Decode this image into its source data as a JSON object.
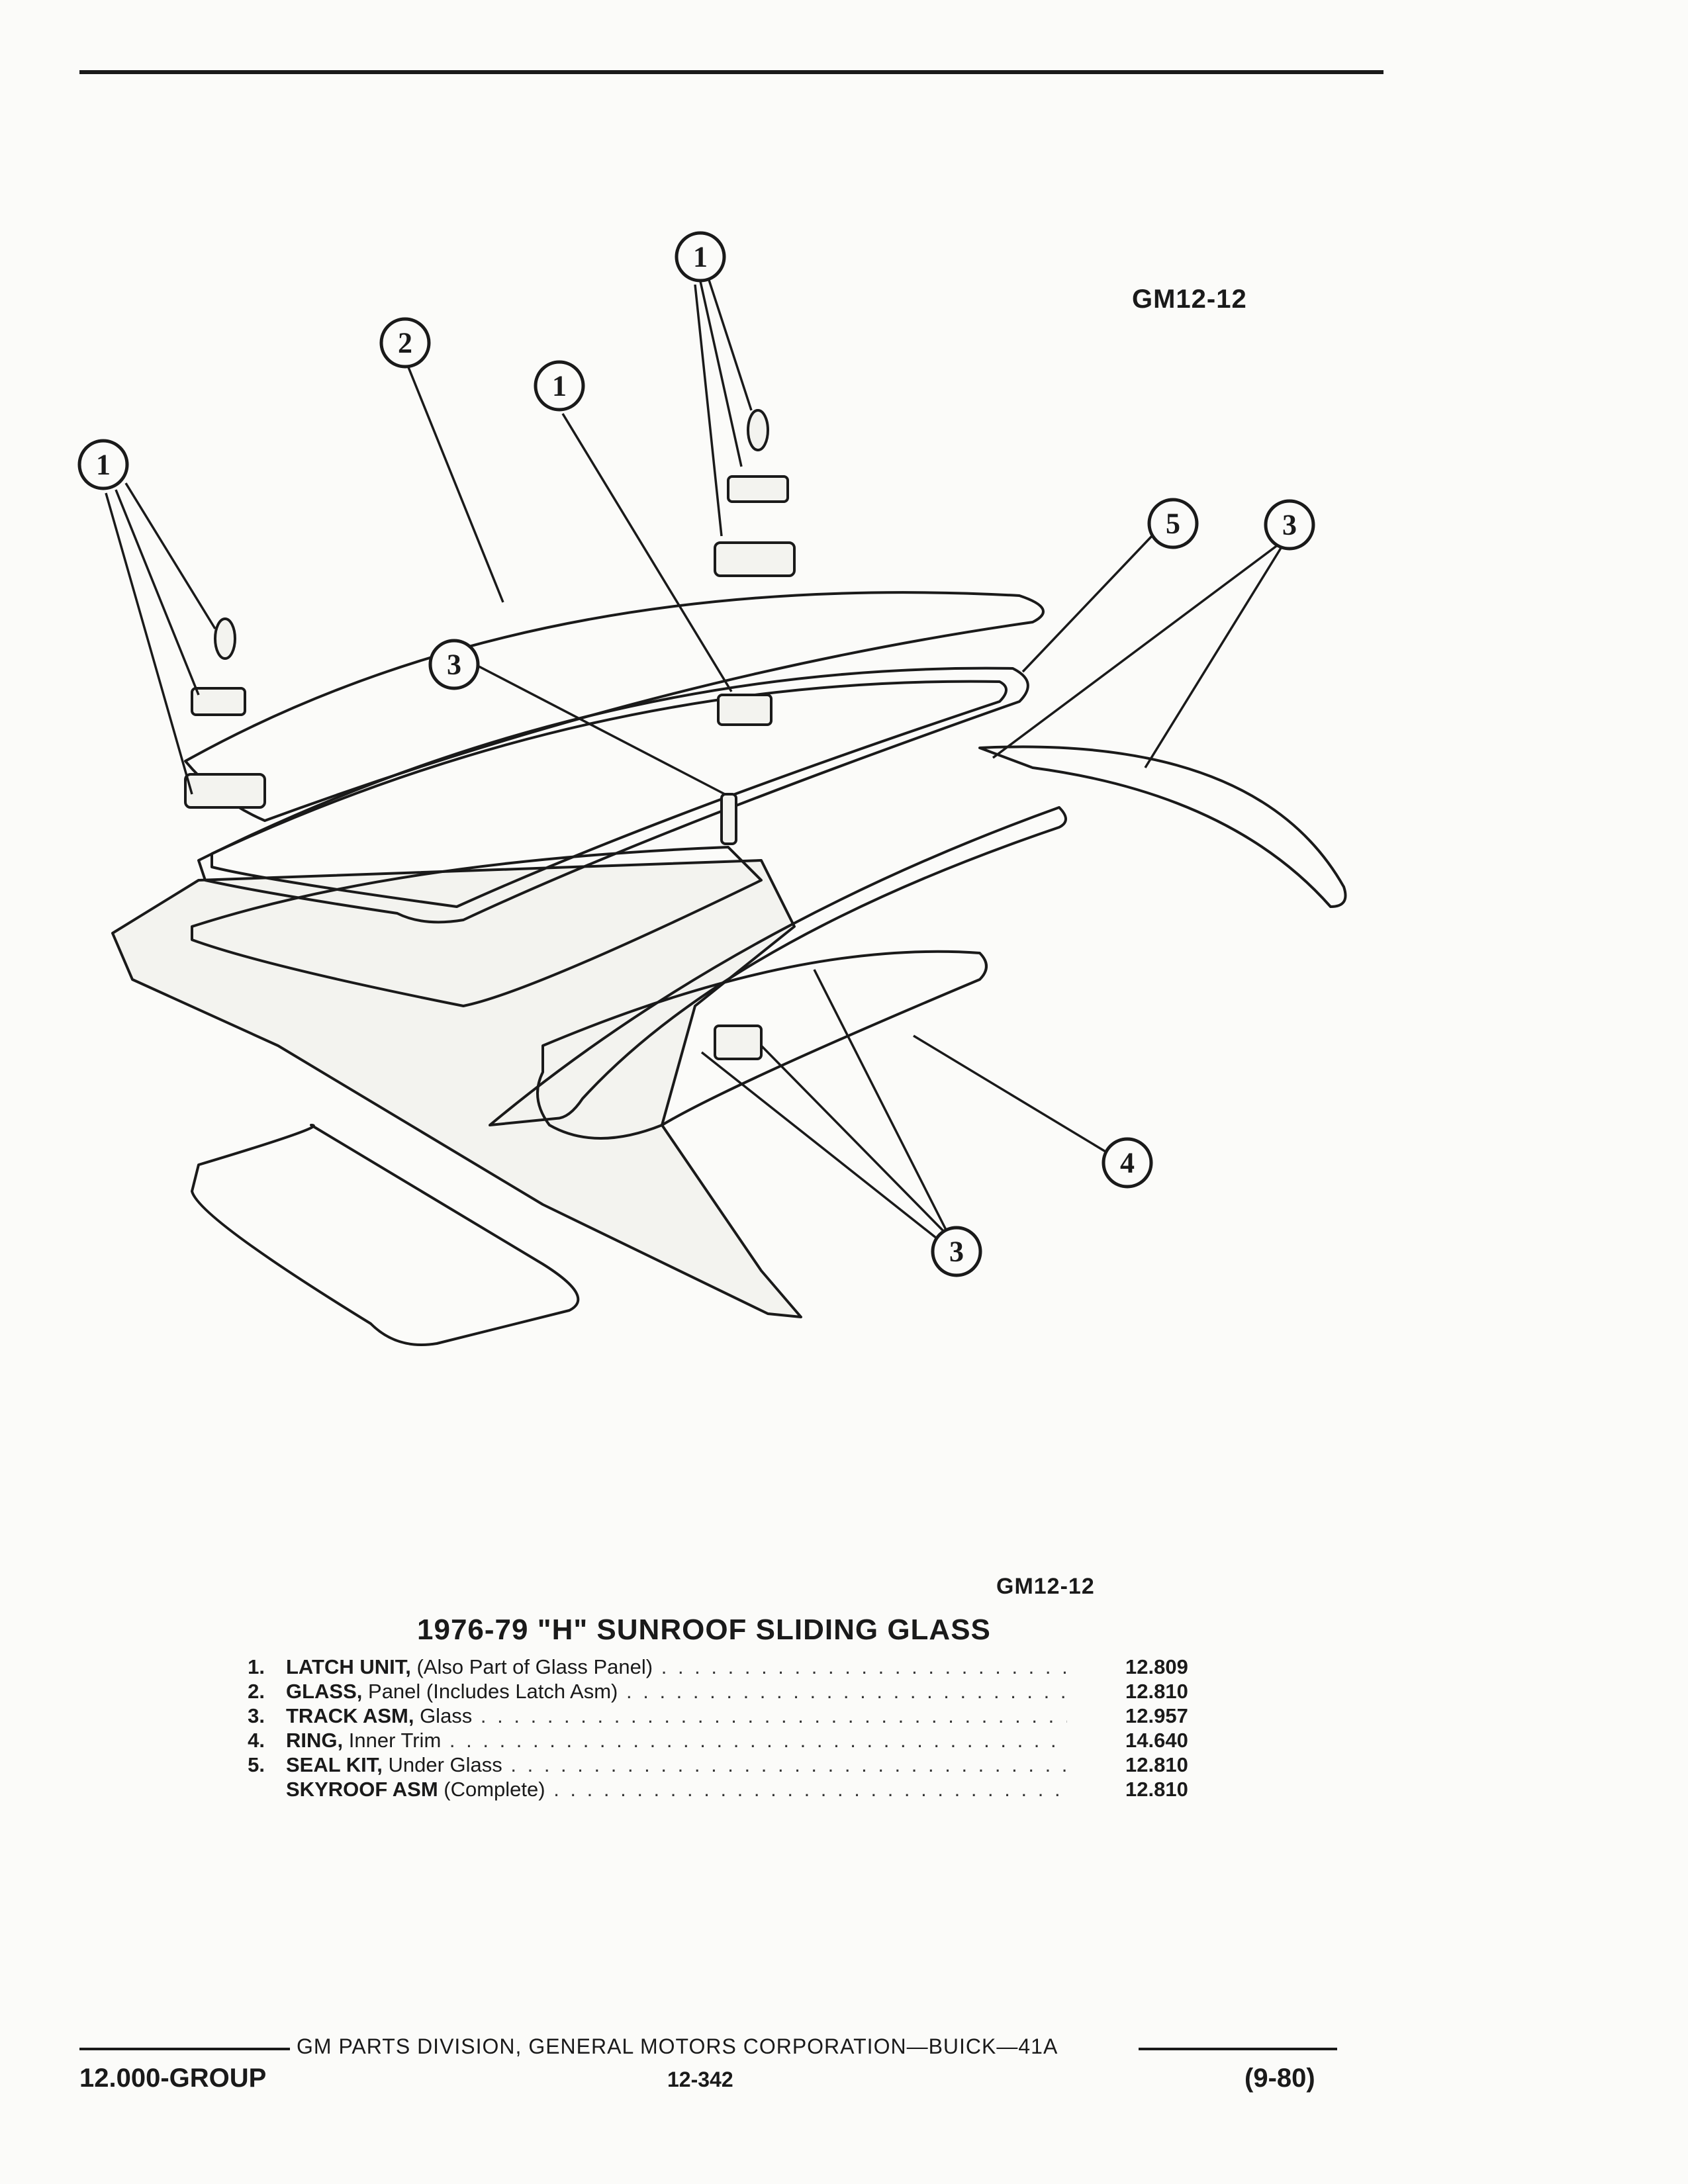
{
  "figure": {
    "code_top": "GM12-12",
    "code_bottom": "GM12-12",
    "callouts": [
      "1",
      "2",
      "1",
      "1",
      "3",
      "5",
      "3",
      "4",
      "3"
    ]
  },
  "parts": {
    "title": "1976-79 \"H\" SUNROOF SLIDING GLASS",
    "items": [
      {
        "num": "1.",
        "name": "LATCH UNIT,",
        "desc": " (Also Part of Glass Panel)",
        "code": "12.809"
      },
      {
        "num": "2.",
        "name": "GLASS,",
        "desc": " Panel (Includes Latch Asm)",
        "code": "12.810"
      },
      {
        "num": "3.",
        "name": "TRACK ASM,",
        "desc": " Glass",
        "code": "12.957"
      },
      {
        "num": "4.",
        "name": "RING,",
        "desc": " Inner Trim",
        "code": "14.640"
      },
      {
        "num": "5.",
        "name": "SEAL KIT,",
        "desc": " Under Glass",
        "code": "12.810"
      },
      {
        "num": "",
        "name": "SKYROOF ASM",
        "desc": " (Complete)",
        "code": "12.810"
      }
    ]
  },
  "footer": {
    "center": "GM PARTS DIVISION, GENERAL MOTORS CORPORATION—BUICK—41A",
    "group": "12.000-GROUP",
    "page": "12-342",
    "date": "(9-80)"
  }
}
